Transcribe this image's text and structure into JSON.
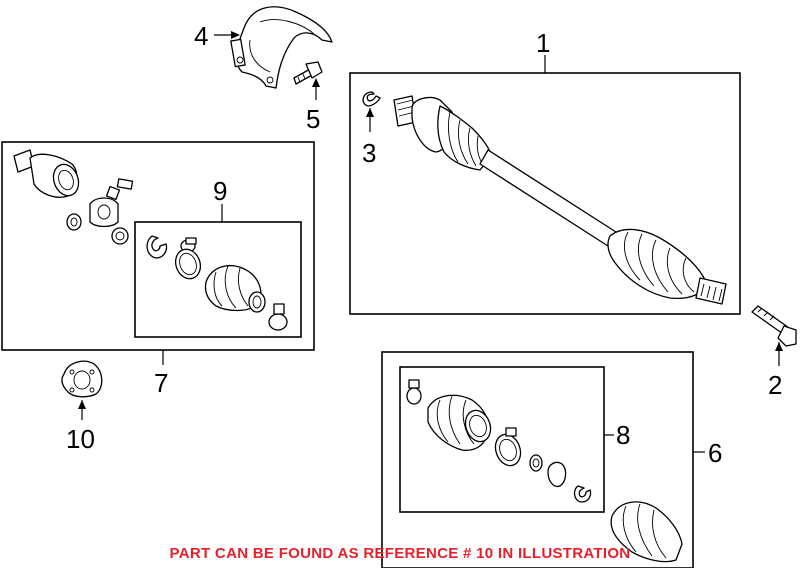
{
  "callouts": {
    "c1": "1",
    "c2": "2",
    "c3": "3",
    "c4": "4",
    "c5": "5",
    "c6": "6",
    "c7": "7",
    "c8": "8",
    "c9": "9",
    "c10": "10"
  },
  "note": "PART CAN BE FOUND AS REFERENCE # 10 IN ILLUSTRATION",
  "colors": {
    "note": "#e8202a",
    "line": "#000000",
    "background": "#ffffff"
  }
}
